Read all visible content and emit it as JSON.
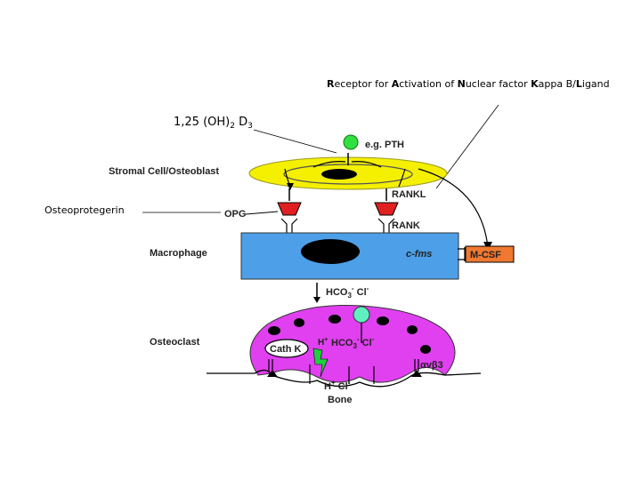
{
  "rankl_full": {
    "parts": [
      {
        "initial": "R",
        "rest": "eceptor for "
      },
      {
        "initial": "A",
        "rest": "ctivation of "
      },
      {
        "initial": "N",
        "rest": "uclear factor "
      },
      {
        "initial": "K",
        "rest": "appa B/"
      },
      {
        "initial": "L",
        "rest": "igand"
      }
    ]
  },
  "vitd": {
    "main": "1,25 (OH)",
    "sub1": "2",
    "mid": " D",
    "sub2": "3"
  },
  "opg_full": "Osteoprotegerin",
  "pth": "e.g. PTH",
  "stromal": "Stromal Cell/Osteoblast",
  "rankl": "RANKL",
  "opg": "OPG",
  "rank": "RANK",
  "macrophage": "Macrophage",
  "cfms": "c-fms",
  "mcsf": "M-CSF",
  "hco3_top": {
    "a": "HCO",
    "sub": "3",
    "sup": "-",
    "b": " Cl",
    "sup2": "-"
  },
  "osteoclast": "Osteoclast",
  "cathk": "Cath K",
  "hplus": {
    "a": "H",
    "sup": "+"
  },
  "hco3_mid": {
    "a": "HCO",
    "sub": "3",
    "sup": "-",
    "b": " Cl",
    "sup2": "-"
  },
  "integrin": "αvβ3",
  "hcl_bottom": {
    "a": "H",
    "sup": "+",
    "b": " Cl",
    "sup2": "-"
  },
  "bone": "Bone",
  "colors": {
    "stromal": "#f4f000",
    "macrophage": "#4da0e8",
    "osteoclast": "#e040f0",
    "mcsf": "#f07830",
    "receptor": "#e02020",
    "pth": "#30e040",
    "cyan_ball": "#60f0c0",
    "lightning": "#20d040"
  }
}
